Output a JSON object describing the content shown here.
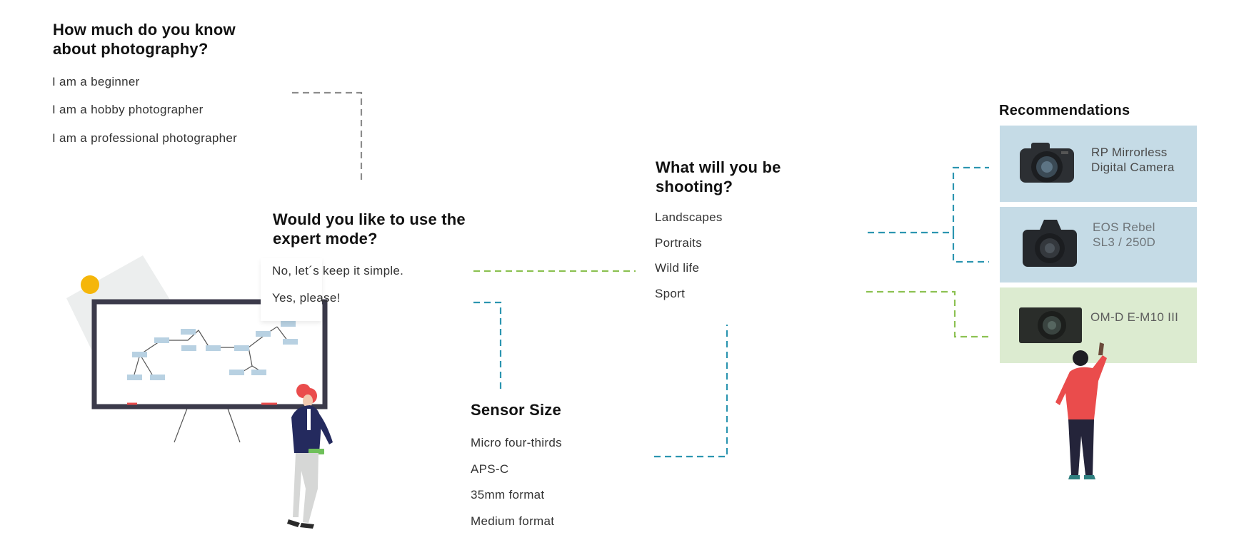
{
  "knowledge": {
    "question": "How much do you know about photography?",
    "options": [
      "I am a beginner",
      "I am a hobby photographer",
      "I am a professional photographer"
    ]
  },
  "expert": {
    "question": "Would you like to use the expert mode?",
    "options": [
      "No, let´s keep it simple.",
      "Yes, please!"
    ]
  },
  "shooting": {
    "question": "What will you be shooting?",
    "options": [
      "Landscapes",
      "Portraits",
      "Wild life",
      "Sport"
    ]
  },
  "sensor": {
    "question": "Sensor Size",
    "options": [
      "Micro four-thirds",
      "APS-C",
      "35mm format",
      "Medium format"
    ]
  },
  "recommendations": {
    "title": "Recommendations",
    "items": [
      {
        "name": "RP Mirrorless Digital Camera",
        "bg": "#c5dbe6",
        "text_color": "#4a4a4a"
      },
      {
        "name": "EOS Rebel SL3 / 250D",
        "bg": "#c5dbe6",
        "text_color": "#6e7478"
      },
      {
        "name": "OM-D E-M10 III",
        "bg": "#dcebd0",
        "text_color": "#5c5c5c"
      }
    ]
  },
  "colors": {
    "connector_gray": "#8c8c8c",
    "connector_teal": "#2b95b0",
    "connector_green": "#8cc152",
    "accent_red": "#ea4c4c",
    "board_frame": "#3b3a4a",
    "sun": "#f5b60a"
  }
}
